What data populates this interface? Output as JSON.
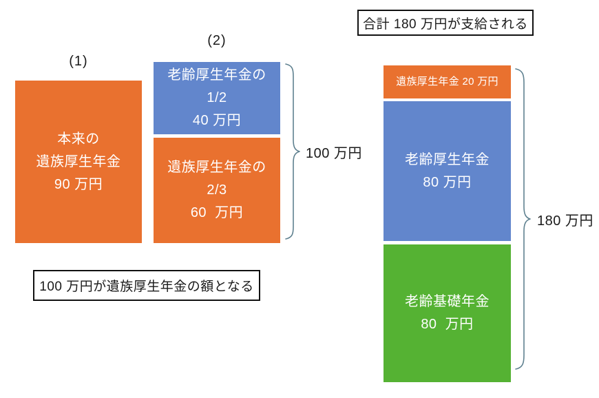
{
  "colors": {
    "orange": "#E9712F",
    "blue": "#6286CC",
    "green": "#55B233",
    "brace": "#5E808F",
    "border": "#111111",
    "text_on_fill": "#FFFFFF",
    "text": "#1A1A1A"
  },
  "scenario1": {
    "label": "(1)",
    "box": {
      "color_name": "orange",
      "lines": [
        "本来の",
        "遺族厚生年金",
        "90 万円"
      ]
    }
  },
  "scenario2": {
    "label": "(2)",
    "upper_box": {
      "color_name": "blue",
      "lines": [
        "老齢厚生年金の",
        "1/2",
        "40 万円"
      ]
    },
    "lower_box": {
      "color_name": "orange",
      "lines": [
        "遺族厚生年金の",
        "2/3",
        "60  万円"
      ]
    },
    "brace_label": "100 万円"
  },
  "callouts": {
    "total_note": "合計 180 万円が支給される",
    "amount_note": "100 万円が遺族厚生年金の額となる"
  },
  "stack": {
    "segments": [
      {
        "name": "survivor-pension",
        "color_name": "orange",
        "lines": [
          "遺族厚生年金 20 万円"
        ]
      },
      {
        "name": "old-age-employee-pension",
        "color_name": "blue",
        "lines": [
          "老齢厚生年金",
          "80 万円"
        ]
      },
      {
        "name": "old-age-basic-pension",
        "color_name": "green",
        "lines": [
          "老齢基礎年金",
          "80  万円"
        ]
      }
    ],
    "brace_label": "180 万円"
  }
}
